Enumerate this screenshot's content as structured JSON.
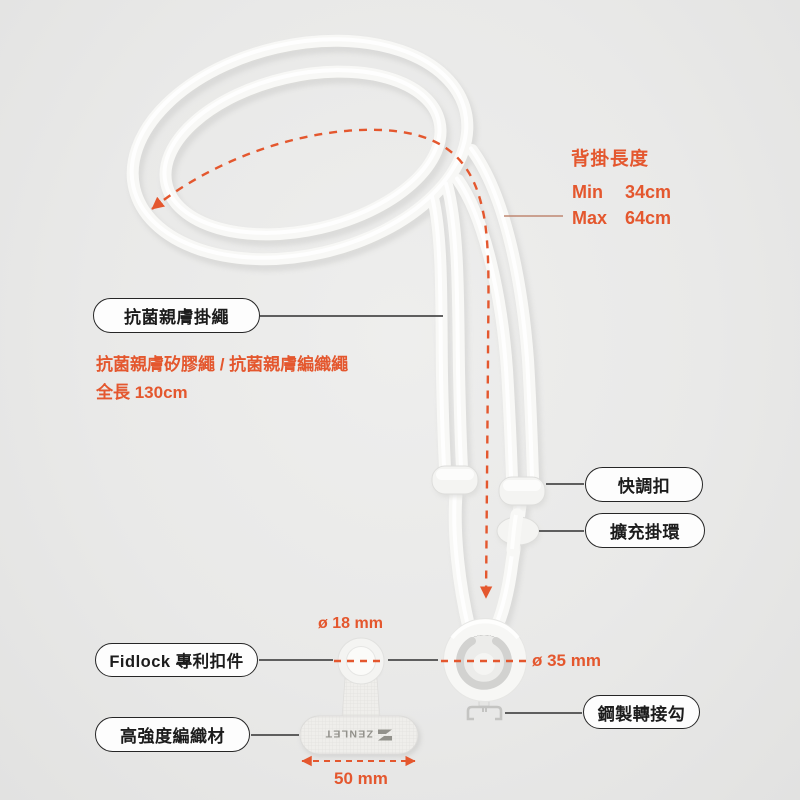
{
  "colors": {
    "background": "#e9e9e8",
    "accent": "#e4572e",
    "leader_line": "#4a4a4a",
    "rope": "#f8f8f6",
    "pill_border": "#262626"
  },
  "callouts": {
    "strap": "抗菌親膚掛繩",
    "quick_adjuster": "快調扣",
    "expansion_loop": "擴充掛環",
    "fidlock": "Fidlock 專利扣件",
    "steel_hook": "鋼製轉接勾",
    "high_strength_weave": "高強度編織材"
  },
  "back_length": {
    "title": "背掛長度",
    "min_label": "Min",
    "min_value": "34cm",
    "max_label": "Max",
    "max_value": "64cm"
  },
  "strap_specs": {
    "materials": "抗菌親膚矽膠繩 / 抗菌親膚編織繩",
    "total_length": "全長 130cm"
  },
  "dimensions": {
    "tag_disc_diameter": "ø 18 mm",
    "fidlock_disc_diameter": "ø 35 mm",
    "tag_width": "50 mm"
  },
  "logo": {
    "brand": "ZENLET"
  }
}
